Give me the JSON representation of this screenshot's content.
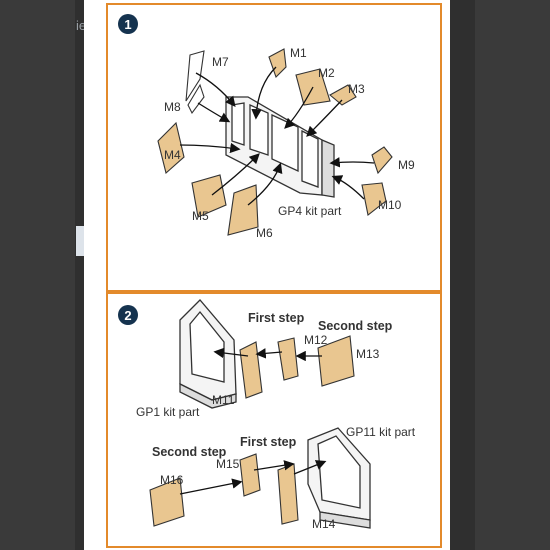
{
  "background": {
    "partial_text": "ies",
    "colors": {
      "frame": "#e38a2b",
      "badge": "#15334f",
      "part_fill": "#e9c690",
      "dark": "#3a3a3a"
    }
  },
  "step1": {
    "badge": "1",
    "labels": {
      "M1": "M1",
      "M2": "M2",
      "M3": "M3",
      "M4": "M4",
      "M5": "M5",
      "M6": "M6",
      "M7": "M7",
      "M8": "M8",
      "M9": "M9",
      "M10": "M10",
      "kit": "GP4 kit part"
    }
  },
  "step2": {
    "badge": "2",
    "labels": {
      "first_step_top": "First step",
      "second_step_top": "Second step",
      "M11": "M11",
      "M12": "M12",
      "M13": "M13",
      "kit_top": "GP1 kit part",
      "second_step_bottom": "Second step",
      "first_step_bottom": "First step",
      "M14": "M14",
      "M15": "M15",
      "M16": "M16",
      "kit_bottom": "GP11 kit part"
    }
  }
}
